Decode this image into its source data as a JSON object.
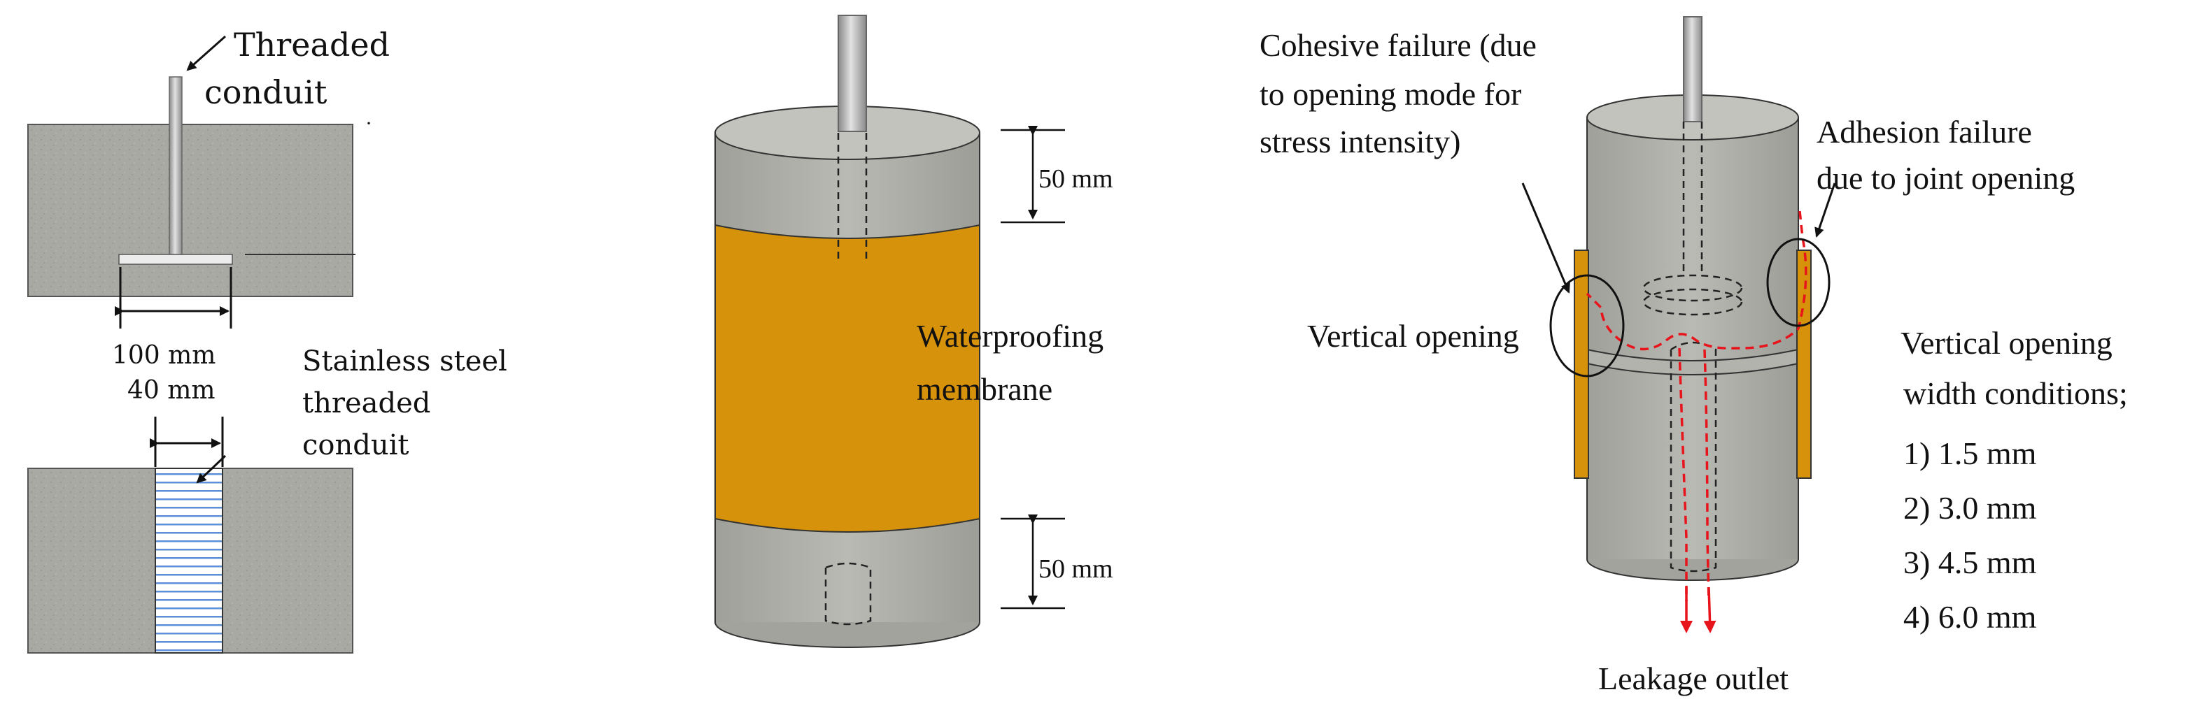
{
  "panel_a": {
    "threaded_conduit_label": [
      "Threaded",
      "conduit"
    ],
    "dim_100": "100 mm",
    "dim_40": "40 mm",
    "steel_conduit_label": [
      "Stainless steel",
      "threaded",
      "conduit"
    ]
  },
  "panel_b": {
    "top_dim": "50 mm",
    "bottom_dim": "50 mm",
    "membrane_label": [
      "Waterproofing",
      "membrane"
    ]
  },
  "panel_c": {
    "cohesive_label": [
      "Cohesive failure (due",
      "to opening mode for",
      "stress intensity)"
    ],
    "adhesion_label": [
      "Adhesion failure",
      "due to joint opening"
    ],
    "vertical_opening_label": "Vertical opening",
    "conditions_title": [
      "Vertical opening",
      "width conditions;"
    ],
    "conditions": [
      "1) 1.5 mm",
      "2) 3.0 mm",
      "3) 4.5 mm",
      "4) 6.0 mm"
    ],
    "leakage_label": "Leakage outlet"
  },
  "colors": {
    "concrete": "#a9aaa4",
    "membrane": "#d5920a",
    "leak_path": "#e8141c",
    "conduit_stripe": "#5b8fd6"
  }
}
